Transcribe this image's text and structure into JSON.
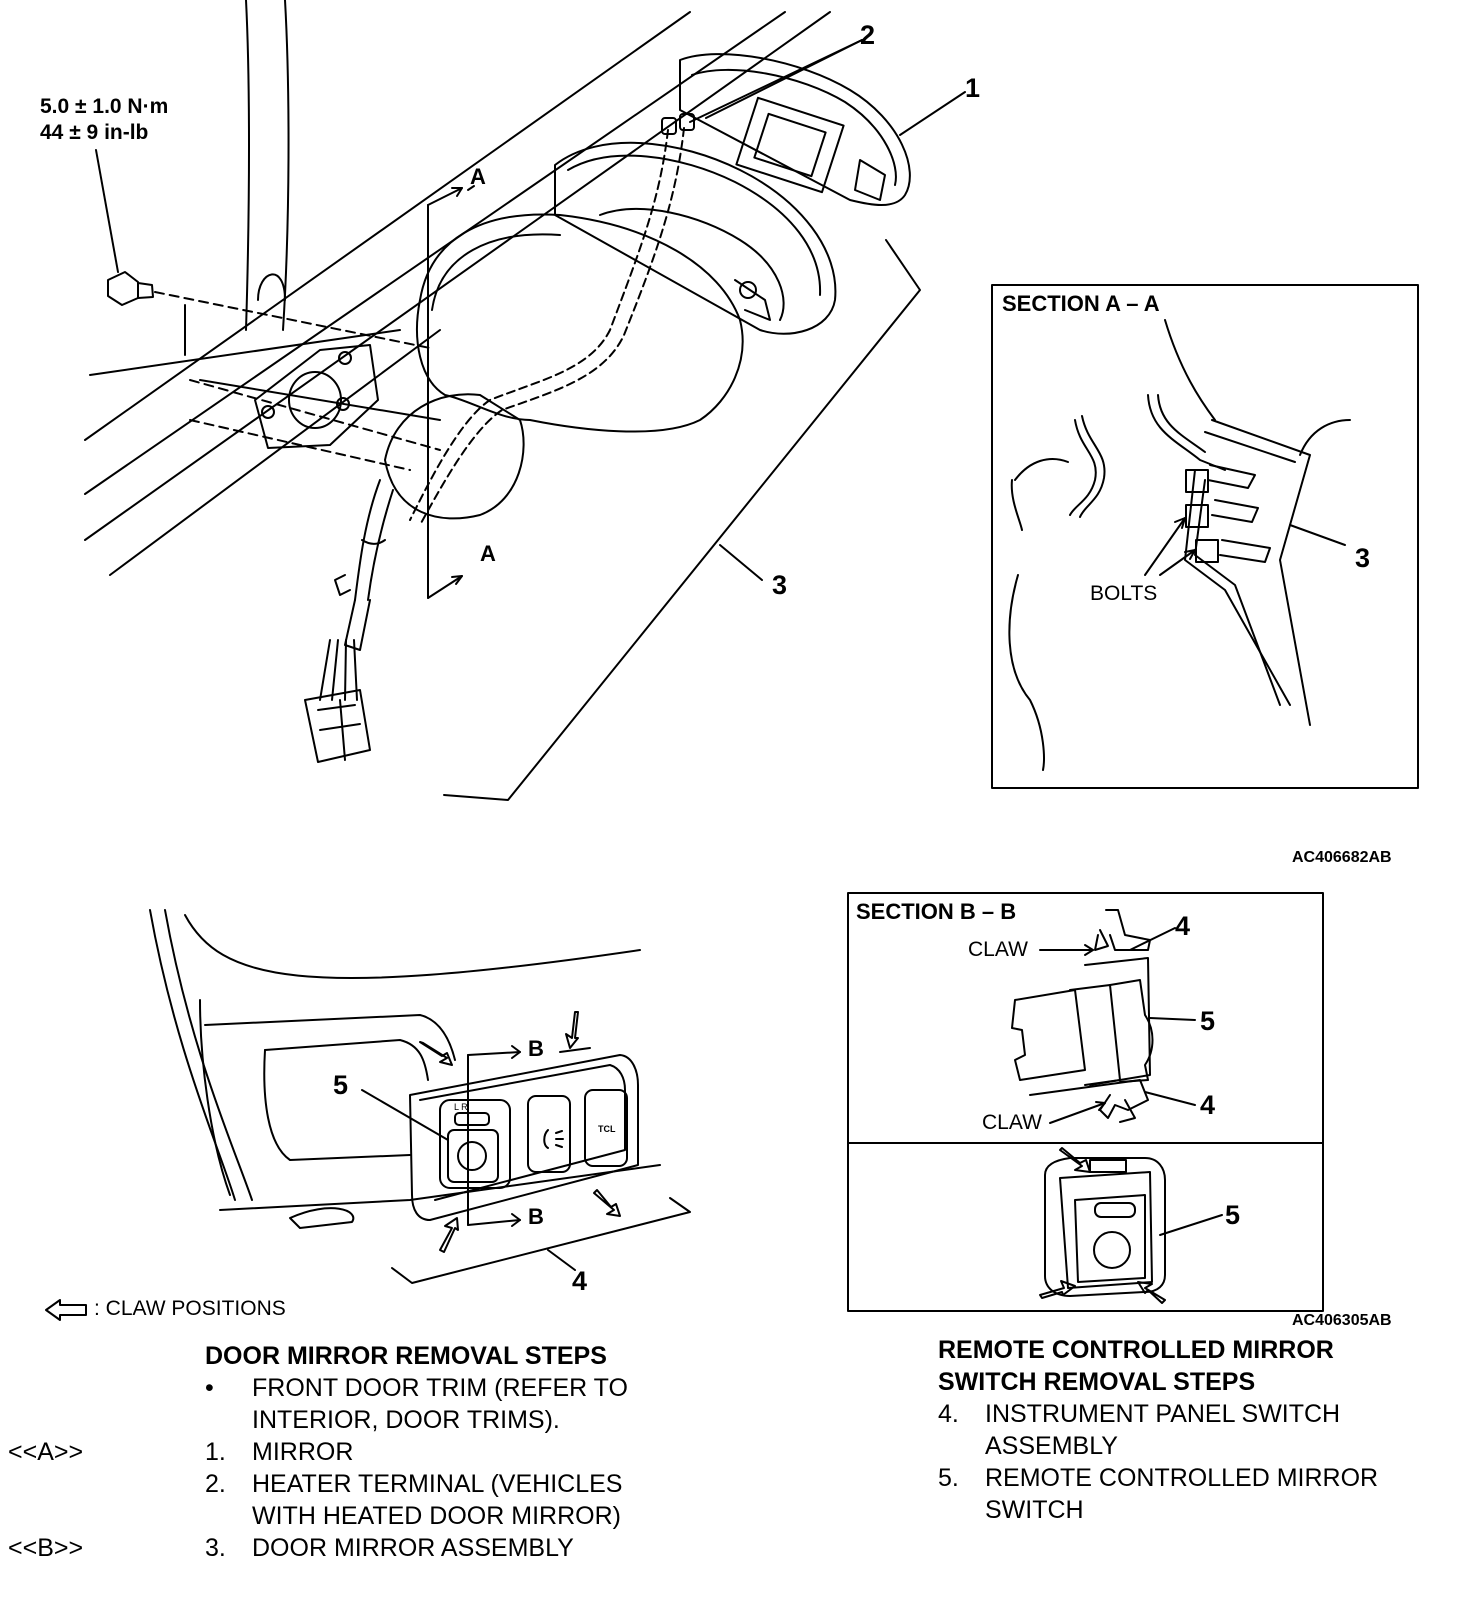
{
  "torque": {
    "metric": "5.0 ± 1.0 N·m",
    "imperial": "44 ± 9 in-lb"
  },
  "callouts": {
    "mirror_1": "1",
    "heater_2": "2",
    "assembly_3": "3",
    "sectA_3": "3",
    "switch_5": "5",
    "switch_4": "4",
    "sectB_4_top": "4",
    "sectB_5": "5",
    "sectB_4_bottom": "4",
    "sectB_5_lower": "5"
  },
  "section_arrows": {
    "a_top": "A",
    "a_bottom": "A",
    "b_top": "B",
    "b_bottom": "B"
  },
  "section_a": {
    "title": "SECTION A – A",
    "bolts_label": "BOLTS"
  },
  "section_b": {
    "title": "SECTION B – B",
    "claw_top": "CLAW",
    "claw_bottom": "CLAW"
  },
  "figure_codes": {
    "top": "AC406682AB",
    "bottom": "AC406305AB"
  },
  "legend": {
    "text": ": CLAW POSITIONS"
  },
  "door_mirror_steps": {
    "title": "DOOR MIRROR REMOVAL STEPS",
    "items": [
      {
        "mark": "",
        "no": "•",
        "line1": "FRONT DOOR TRIM (REFER TO",
        "line2": "INTERIOR, DOOR TRIMS)."
      },
      {
        "mark": "<<A>>",
        "no": "1.",
        "line1": "MIRROR",
        "line2": ""
      },
      {
        "mark": "",
        "no": "2.",
        "line1": "HEATER TERMINAL (VEHICLES",
        "line2": "WITH HEATED DOOR MIRROR)"
      },
      {
        "mark": "<<B>>",
        "no": "3.",
        "line1": "DOOR MIRROR ASSEMBLY",
        "line2": ""
      }
    ]
  },
  "switch_steps": {
    "title_line1": "REMOTE CONTROLLED MIRROR",
    "title_line2": "SWITCH REMOVAL STEPS",
    "items": [
      {
        "no": "4.",
        "line1": "INSTRUMENT PANEL SWITCH",
        "line2": "ASSEMBLY"
      },
      {
        "no": "5.",
        "line1": "REMOTE CONTROLLED MIRROR",
        "line2": "SWITCH"
      }
    ]
  },
  "switch_panel": {
    "left_right": "L  R",
    "tcl": "TCL"
  }
}
